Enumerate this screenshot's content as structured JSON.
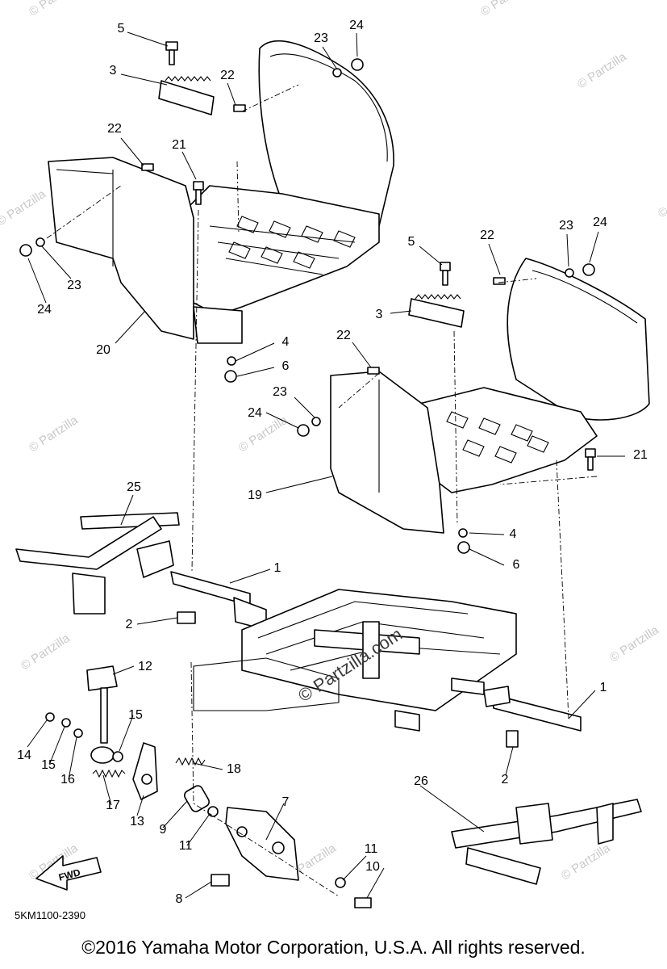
{
  "diagram": {
    "drawing_code": "5KM1100-2390",
    "copyright": "©2016 Yamaha Motor Corporation, U.S.A. All rights reserved.",
    "fwd_label": "FWD",
    "center_watermark": "© Partzilla.com",
    "watermark_text": "© Partzilla",
    "callouts": [
      "5",
      "3",
      "22",
      "23",
      "24",
      "22",
      "21",
      "23",
      "24",
      "20",
      "5",
      "22",
      "23",
      "24",
      "3",
      "4",
      "6",
      "22",
      "23",
      "24",
      "19",
      "21",
      "4",
      "6",
      "25",
      "1",
      "2",
      "12",
      "15",
      "14",
      "15",
      "16",
      "17",
      "13",
      "18",
      "9",
      "11",
      "7",
      "8",
      "11",
      "10",
      "1",
      "2",
      "26"
    ]
  }
}
